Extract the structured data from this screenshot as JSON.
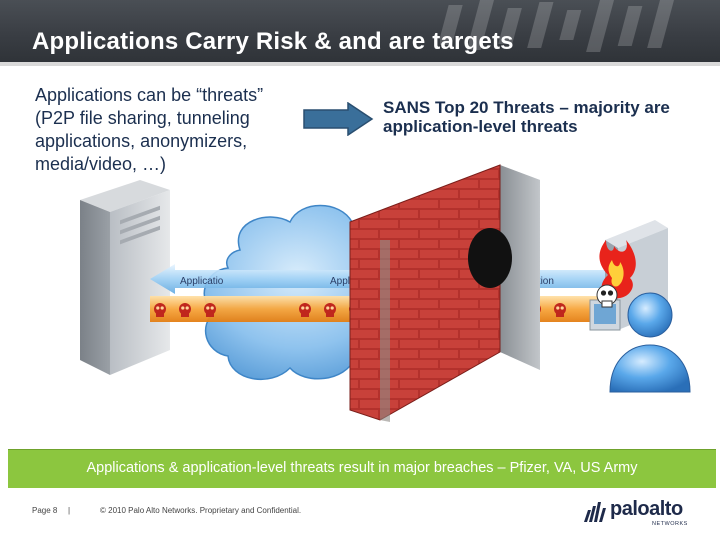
{
  "slide": {
    "title": "Applications Carry Risk & and are targets",
    "left_text": "Applications can be “threats” (P2P file sharing, tunneling applications, anonymizers, media/video, …)",
    "right_text": "SANS Top 20 Threats – majority are application-level threats",
    "banner_text": "Applications & application-level threats result in major breaches – Pfizer, VA, US Army"
  },
  "diagram": {
    "flow_labels": [
      "Applicatio",
      "Application",
      "Application"
    ],
    "icons": [
      "server-icon",
      "cloud-icon",
      "firewall-icon",
      "skull-icon",
      "desktop-computer-icon",
      "user-icon",
      "fire-icon"
    ]
  },
  "footer": {
    "page_label": "Page 8",
    "separator": "|",
    "copyright": "© 2010 Palo Alto Networks. Proprietary and Confidential.",
    "logo_text": "paloalto",
    "logo_sub": "NETWORKS"
  },
  "colors": {
    "title_bg": "#3a3e44",
    "banner": "#8cc63f",
    "arrow": "#3a6f9a",
    "text": "#1b2f4f",
    "threat_orange": "#f28c1e"
  }
}
